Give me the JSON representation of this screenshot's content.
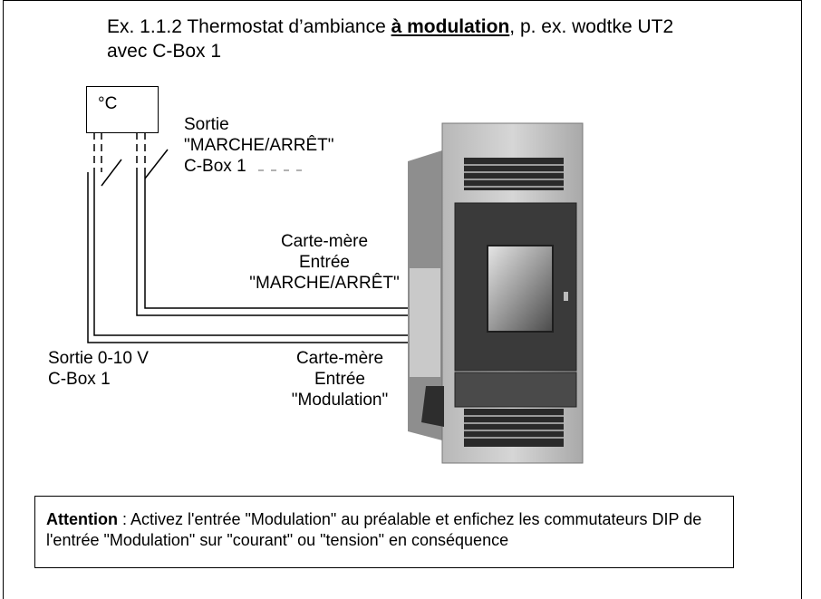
{
  "title": {
    "prefix": "Ex. 1.1.2 Thermostat d’ambiance ",
    "emphasis": "à modulation",
    "suffix": ", p. ex. wodtke UT2",
    "line2": "avec C-Box 1"
  },
  "thermostat": {
    "unit": "°C"
  },
  "labels": {
    "sortie_marche_arret": [
      "Sortie",
      "\"MARCHE/ARRÊT\"",
      "C-Box 1"
    ],
    "carte_mere_marche_arret": [
      "Carte-mère",
      "Entrée",
      "\"MARCHE/ARRÊT\""
    ],
    "sortie_0_10": [
      "Sortie 0-10 V",
      "C-Box 1"
    ],
    "carte_mere_modulation": [
      "Carte-mère",
      "Entrée",
      "\"Modulation\""
    ]
  },
  "note": {
    "bold": "Attention",
    "text": " : Activez l'entrée \"Modulation\" au préalable et enfichez les commutateurs DIP de l'entrée \"Modulation\" sur \"courant\" ou \"tension\" en conséquence"
  },
  "stove": {
    "icon": "pellet-stove-image"
  }
}
